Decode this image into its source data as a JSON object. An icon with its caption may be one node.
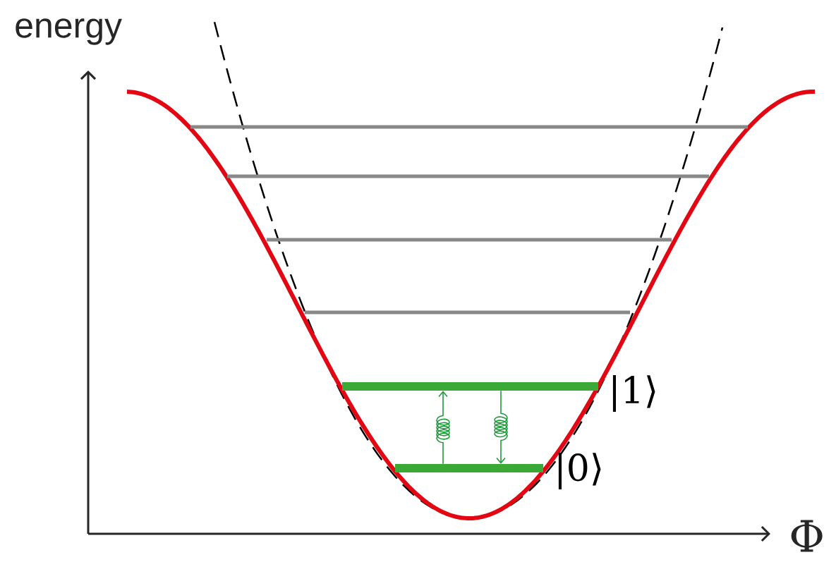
{
  "diagram": {
    "nodes": [
      {
        "text": [],
        "shape": "bar"
      },
      {
        "text": [],
        "shape": "bar"
      },
      {
        "text": [],
        "shape": "bar"
      },
      {
        "text": [],
        "shape": "bar"
      },
      {
        "text": [],
        "shape": "bar",
        "beside": [
          "|1⟩"
        ]
      },
      {
        "text": [],
        "shape": "bar",
        "beside": [
          "|0⟩"
        ]
      }
    ],
    "edges": [
      {
        "from": 5,
        "to": 4,
        "arrow": "to"
      },
      {
        "from": 4,
        "to": 5,
        "arrow": "to"
      }
    ],
    "labels": [
      "energy",
      "Φ"
    ]
  }
}
